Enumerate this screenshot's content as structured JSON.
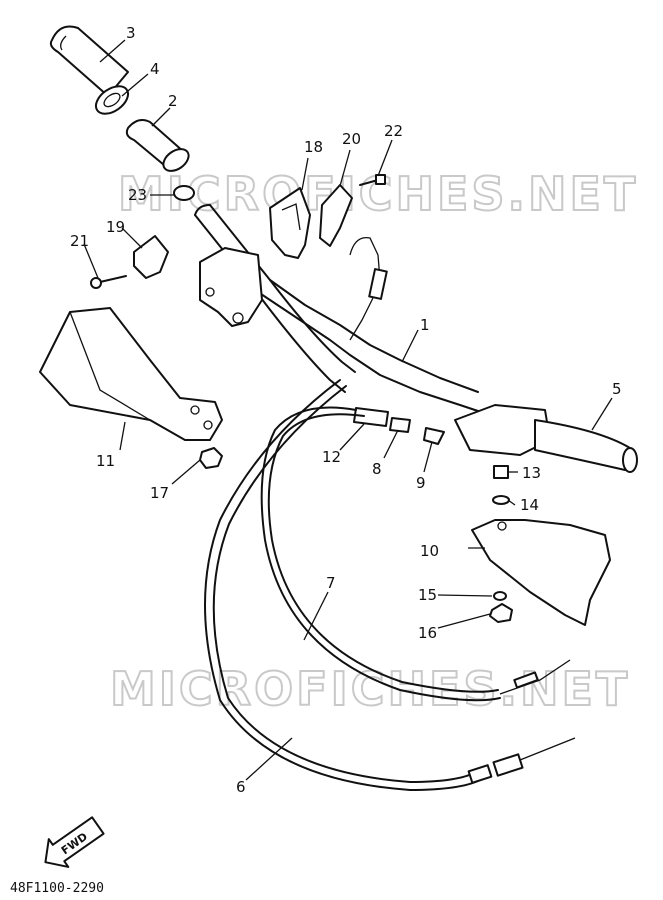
{
  "watermark": "MICROFICHES.NET",
  "drawing_code": "48F1100-2290",
  "fwd_label": "FWD",
  "callouts": [
    "1",
    "2",
    "3",
    "4",
    "5",
    "6",
    "7",
    "8",
    "9",
    "10",
    "11",
    "12",
    "13",
    "14",
    "15",
    "16",
    "17",
    "18",
    "19",
    "20",
    "21",
    "22",
    "23"
  ]
}
